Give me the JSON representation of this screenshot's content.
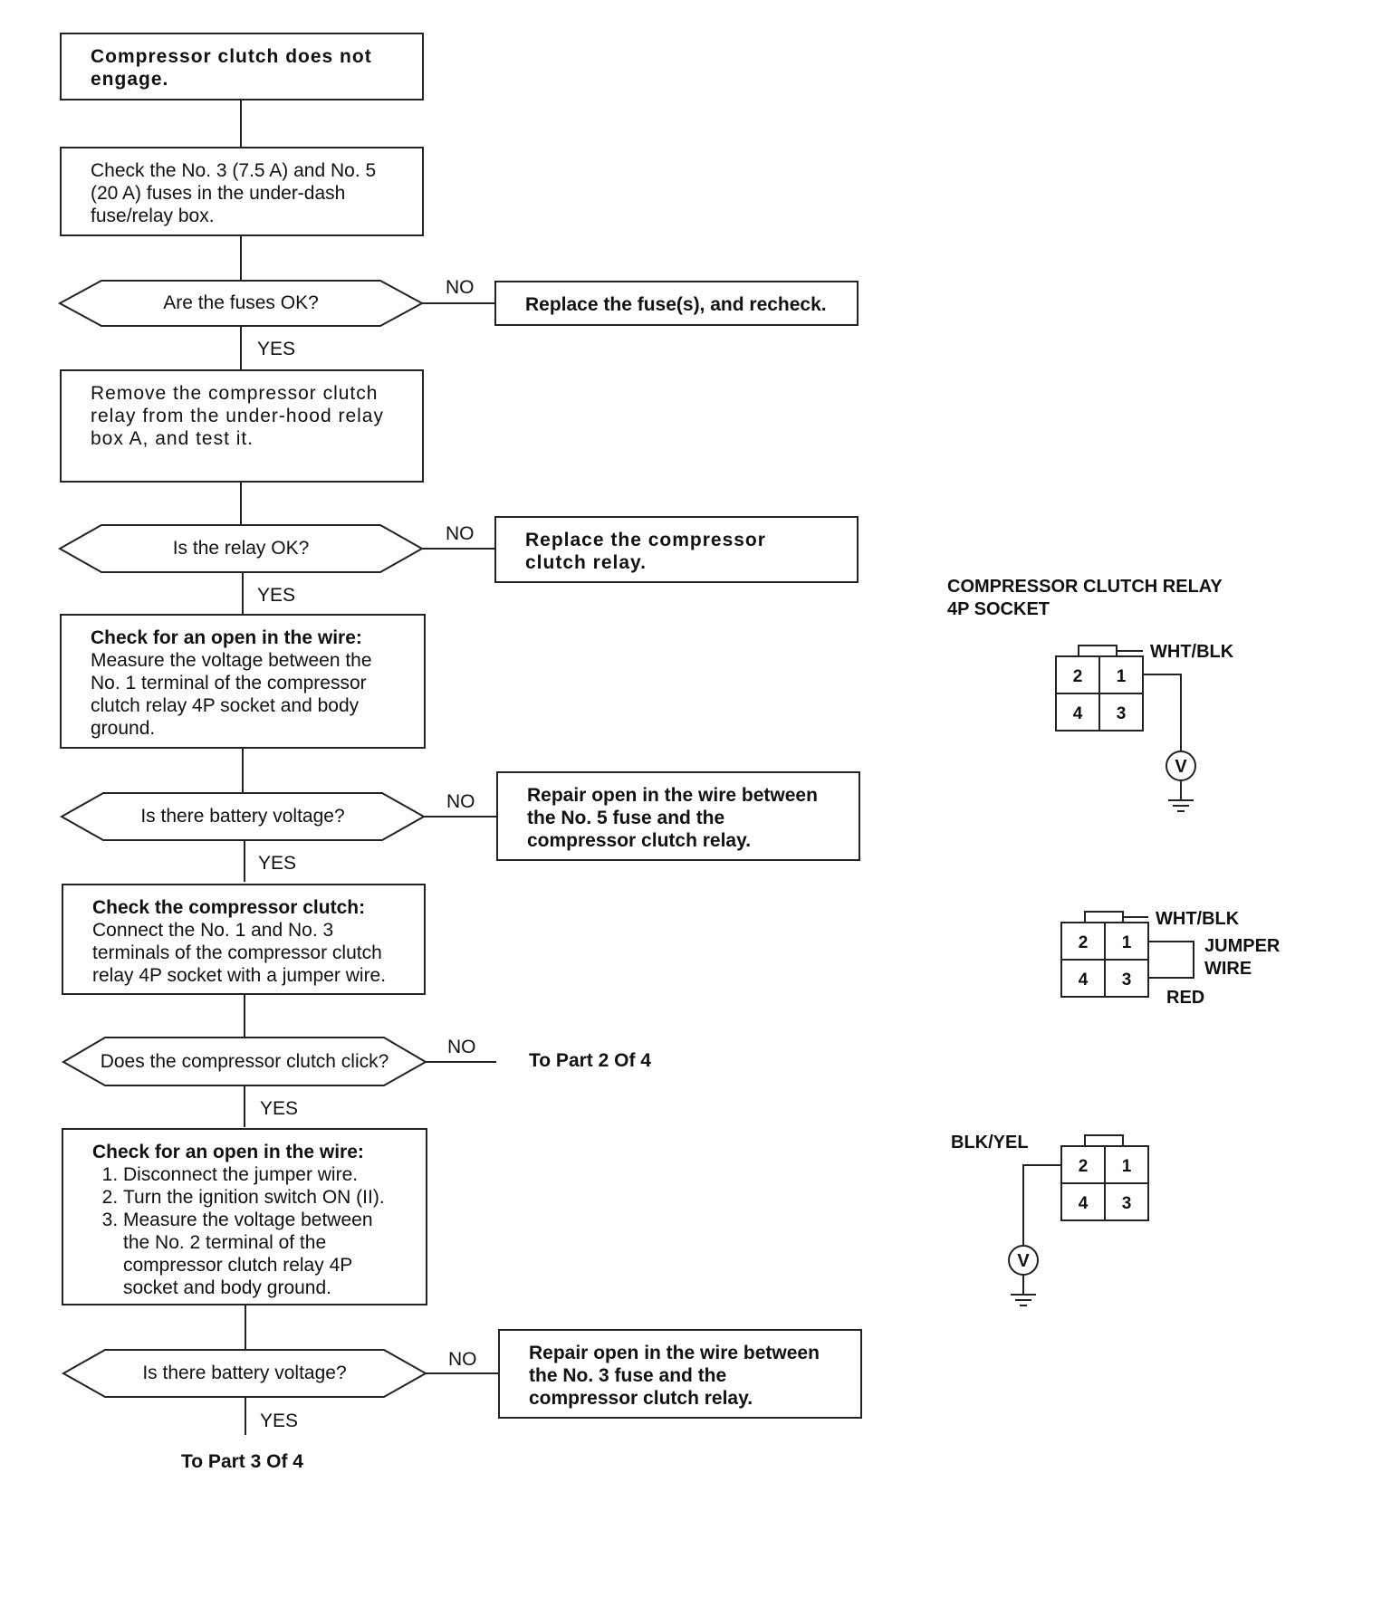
{
  "flow": {
    "start": "Compressor clutch does not engage.",
    "check_fuses": "Check the No. 3 (7.5 A) and No. 5 (20 A) fuses in the under-dash fuse/relay box.",
    "q_fuses": "Are the fuses OK?",
    "fix_fuses": "Replace the fuse(s), and recheck.",
    "remove_relay": "Remove the compressor clutch relay from the under-hood relay box A, and test it.",
    "q_relay": "Is the relay OK?",
    "fix_relay": "Replace the compressor clutch relay.",
    "check_open1": {
      "head": "Check for an open in the wire:",
      "body": "Measure the voltage between the No. 1 terminal of the compressor clutch relay 4P socket and body ground."
    },
    "q_voltage1": "Is there battery voltage?",
    "fix_open1": "Repair open in the wire between the No. 5 fuse and the compressor clutch relay.",
    "check_clutch": {
      "head": "Check the compressor clutch:",
      "body": "Connect the No. 1 and No. 3 terminals of the compressor clutch relay 4P socket with a jumper wire."
    },
    "q_click": "Does the compressor clutch click?",
    "to_part2": "To Part 2 Of 4",
    "check_open2": {
      "head": "Check for an open in the wire:",
      "steps": [
        "Disconnect the jumper wire.",
        "Turn the ignition switch ON (II).",
        "Measure the voltage between the No. 2 terminal of the compressor clutch relay 4P socket and body ground."
      ]
    },
    "q_voltage2": "Is there battery voltage?",
    "fix_open2": "Repair open in the wire between the No. 3 fuse and the compressor clutch relay.",
    "to_part3": "To Part 3 Of 4",
    "yes": "YES",
    "no": "NO"
  },
  "diagrams": {
    "title_line1": "COMPRESSOR CLUTCH RELAY",
    "title_line2": "4P SOCKET",
    "pins": [
      "2",
      "1",
      "4",
      "3"
    ],
    "wht_blk": "WHT/BLK",
    "jumper_line1": "JUMPER",
    "jumper_line2": "WIRE",
    "red": "RED",
    "blk_yel": "BLK/YEL",
    "meter": "V"
  }
}
